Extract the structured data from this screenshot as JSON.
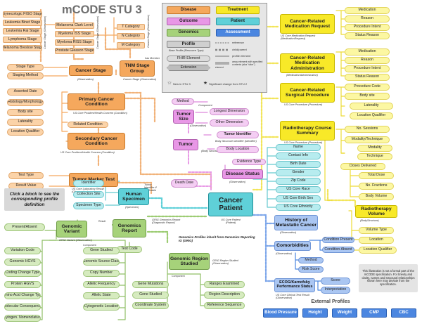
{
  "title": "mCODE STU 3",
  "instruction": "Click a block to see the corresponding profile definition",
  "disclaimer": "This illustration is not a formal part of the mCODE specification. For brevity and clarity, names and structural relationships shown here may deviate from the specification.",
  "grg_note": "Genomics Profiles inherit from Genomics Reporting IG (GRIG)",
  "legend": {
    "categories": [
      "Disease",
      "Treatment",
      "Outcome",
      "Patient",
      "Genomics",
      "Assessment"
    ],
    "profile_label": "Profile",
    "profile_sub": "Base Profile (Resource Type)",
    "fhir_element": "FHIR Element",
    "extension": "Extension",
    "reference": "reference",
    "childparent": "child/parent",
    "profile_element": "profile element",
    "array_element": "array element with specified contents (aka \"slice\")",
    "element": "element",
    "new_stu3": "New in STU 3",
    "sig_change": "Significant change from STU 2"
  },
  "stages": [
    "Gynecologic FIGO Stage",
    "Leukemia Binet Stage",
    "Leukemia Rai Stage",
    "Lymphoma Stage",
    "Melanoma Breslow Stage",
    "Melanoma Clark Level",
    "Myeloma ISS Stage",
    "Myeloma RISS Stage",
    "Prostate Gleason Stage"
  ],
  "cancer_stage_obs": "Cancer Stage (Observation)",
  "tnm": [
    "T Category",
    "N Category",
    "M Category"
  ],
  "has_member": "has Member",
  "cancer_stage": {
    "label": "Cancer Stage",
    "sub": "(Observation)",
    "elements": [
      "Stage Type",
      "Staging Method"
    ]
  },
  "tnm_group": {
    "label": "TNM Stage Group",
    "sub": "Cancer Stage (Observation)"
  },
  "primary": {
    "label": "Primary Cancer Condition",
    "sub": "US Core Problem/Health Concern (Condition)",
    "elements": [
      "Asserted Date",
      "Histology/Morphology",
      "Body site",
      "Laterality",
      "Location Qualifier"
    ],
    "related": "Related Condition"
  },
  "secondary": {
    "label": "Secondary Cancer Condition",
    "sub": "US Core Problem/Health Concern (Condition)"
  },
  "tumor_marker": {
    "label": "Tumor Marker Test",
    "sub": "US Core Laboratory Result (Observation)",
    "elements": [
      "Test Type",
      "Result Value"
    ]
  },
  "tumor_id_note": "Tumor Identifier if applicable",
  "tumor_size": {
    "label": "Tumor Size",
    "sub": "(Observation)",
    "component": "Component",
    "elements": [
      "Method",
      "Longest Dimension",
      "Other Dimension"
    ]
  },
  "tumor": {
    "label": "Tumor",
    "sub": "(Body Structure)",
    "elements": [
      "Tumor Identifier",
      "Body Location"
    ],
    "identifier_sub": "Body Structure Identifier (Identifier)"
  },
  "disease_status": {
    "label": "Disease Status",
    "sub": "(Observation)",
    "elements": [
      "Evidence Type"
    ]
  },
  "death_date": "Death Date",
  "specimen": {
    "label": "Human Specimen",
    "sub": "(Specimen)",
    "elements": [
      "Identifier",
      "Collection Site",
      "Specimen Type"
    ]
  },
  "patient": {
    "label": "Cancer Patient",
    "sub": "US Core Patient (Patient)",
    "elements": [
      "Name",
      "Contact Info",
      "Birth Date",
      "Gender",
      "Zip Code",
      "US Core Race",
      "US Core Birth Sex",
      "US Core Ethnicity"
    ]
  },
  "medication_request": {
    "label": "Cancer-Related Medication Request",
    "sub": "US Core Medication Request (MedicationRequest)",
    "elements": [
      "Medication",
      "Reason",
      "Procedure Intent",
      "Status Reason"
    ]
  },
  "medication_admin": {
    "label": "Cancer-Related Medication Administration",
    "sub": "(MedicationAdministration)",
    "elements": [
      "Medication",
      "Reason",
      "Procedure Intent",
      "Status Reason"
    ]
  },
  "surgical": {
    "label": "Cancer-Related Surgical Procedure",
    "sub": "US Core Procedure (Procedure)",
    "elements": [
      "Procedure Code",
      "Body site",
      "Laterality",
      "Location Qualifier"
    ]
  },
  "radiotherapy": {
    "label": "Radiotherapy Course Summary",
    "sub": "US Core Procedure (Procedure)",
    "elements": [
      "No. Sessions",
      "Modality/Technique",
      "Modality",
      "Technique",
      "Doses Delivered",
      "Total Dose",
      "No. Fractions",
      "Body Volume"
    ]
  },
  "radio_volume": {
    "label": "Radiotherapy Volume",
    "sub": "(BodyStructure)",
    "elements": [
      "Volume Type",
      "Location",
      "Location Qualifier"
    ]
  },
  "history": {
    "label": "History of Metastatic Cancer",
    "sub": "(Observation)"
  },
  "comorbidities": {
    "label": "Comorbidities",
    "sub": "(Observation)",
    "elements": [
      "Condition Present",
      "Condition Absent",
      "Method",
      "Risk Score"
    ]
  },
  "ecog": {
    "label": "ECOG/Karnofsky Performance Status",
    "sub": "US Core Clinical Test Result (Observation)",
    "elements": [
      "Score",
      "Interpretation"
    ]
  },
  "genomics_report": {
    "label": "Genomics Report",
    "sub": "GRIG Genomics Report (Diagnostic Report)",
    "result": "Result",
    "test_code": "Test Code"
  },
  "genomic_variant": {
    "label": "Genomic Variant",
    "sub": "GRIG Variant (Observation)",
    "present": "Present/Absent",
    "component": "Component",
    "elements": [
      "Variation Code",
      "Genomic HGVS",
      "Coding Change Type",
      "Protein HGVS",
      "Amino Acid Change Type",
      "Molecular Consequence",
      "Cytogen. Nomenclature",
      "Gene Studied",
      "Genomic Source Class",
      "Copy Number",
      "Allelic Frequency",
      "Allelic State",
      "Cytogenetic Location"
    ]
  },
  "region": {
    "label": "Genomic Region Studied",
    "sub": "GRIG Region Studied (Observation)",
    "component": "Component",
    "elements": [
      "Gene Mutations",
      "Gene Studied",
      "Coordinate System",
      "Ranges Examined",
      "Region Description",
      "Reference Sequence"
    ]
  },
  "external": {
    "title": "External Profiles",
    "items": [
      "Blood Pressure",
      "Height",
      "Weight",
      "CMP",
      "CBC"
    ]
  },
  "colors": {
    "disease": "#f5a85d",
    "treatment": "#f8e928",
    "outcome": "#e897e6",
    "patient": "#5fd0d8",
    "genomics": "#a6d27a",
    "assessment": "#4b86e0"
  }
}
